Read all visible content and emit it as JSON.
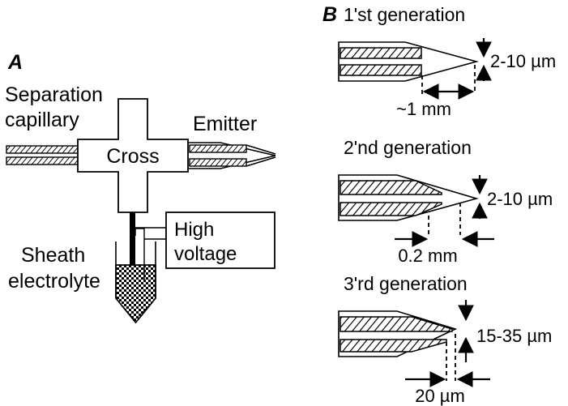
{
  "figure": {
    "panels": [
      {
        "letter": "A",
        "name": "sheath-flow-interface",
        "labels": {
          "separation_capillary_line1": "Separation",
          "separation_capillary_line2": "capillary",
          "emitter": "Emitter",
          "cross": "Cross",
          "sheath_line1": "Sheath",
          "sheath_line2": "electrolyte",
          "high_voltage_line1": "High",
          "high_voltage_line2": "voltage"
        }
      },
      {
        "letter": "B",
        "name": "emitter-generations",
        "generations": [
          {
            "title": "1'st generation",
            "tip_dimension": "2-10 µm",
            "length_dimension": "~1 mm"
          },
          {
            "title": "2'nd generation",
            "tip_dimension": "2-10 µm",
            "length_dimension": "0.2 mm"
          },
          {
            "title": "3'rd generation",
            "tip_dimension": "15-35 µm",
            "length_dimension": "20 µm"
          }
        ]
      }
    ]
  },
  "colors": {
    "stroke": "#000000",
    "background": "#ffffff",
    "fill": "#ffffff"
  }
}
